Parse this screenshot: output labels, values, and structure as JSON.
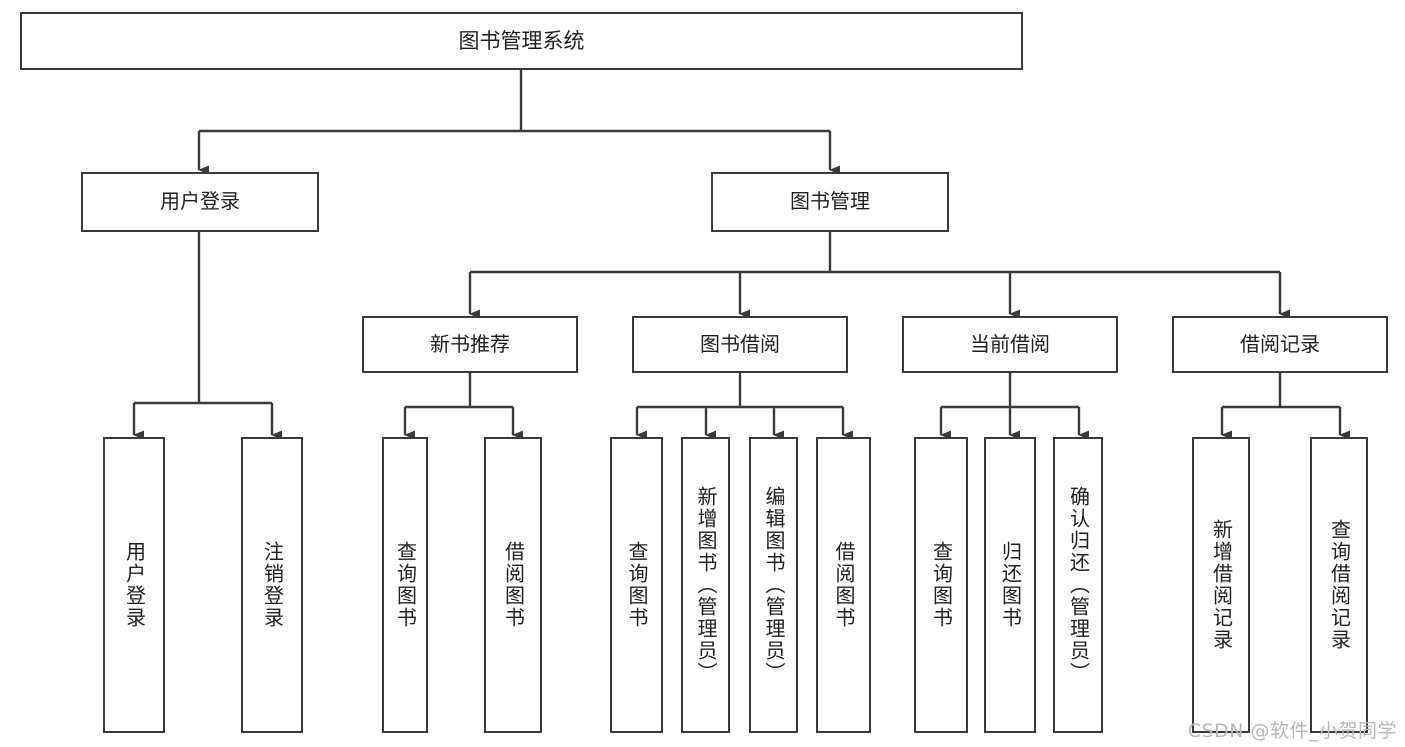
{
  "diagram": {
    "title": "图书管理系统",
    "watermark": "CSDN @软件_小贺同学",
    "line_color": "#3a3a3a",
    "box_border_color": "#3a3a3a",
    "box_fill_color": "#ffffff",
    "text_color": "#1f1f1f",
    "watermark_color": "#b8b8b8"
  },
  "nodes": {
    "root": {
      "label": "图书管理系统"
    },
    "level2": [
      {
        "label": "用户登录"
      },
      {
        "label": "图书管理"
      }
    ],
    "level3": [
      {
        "label": "新书推荐"
      },
      {
        "label": "图书借阅"
      },
      {
        "label": "当前借阅"
      },
      {
        "label": "借阅记录"
      }
    ],
    "leaves": {
      "user_login": [
        {
          "label": "用户登录"
        },
        {
          "label": "注销登录"
        }
      ],
      "new_book_recommend": [
        {
          "label": "查询图书"
        },
        {
          "label": "借阅图书"
        }
      ],
      "book_borrow": [
        {
          "label": "查询图书"
        },
        {
          "label": "新增图书（管理员）"
        },
        {
          "label": "编辑图书（管理员）"
        },
        {
          "label": "借阅图书"
        }
      ],
      "current_borrow": [
        {
          "label": "查询图书"
        },
        {
          "label": "归还图书"
        },
        {
          "label": "确认归还（管理员）"
        }
      ],
      "borrow_record": [
        {
          "label": "新增借阅记录"
        },
        {
          "label": "查询借阅记录"
        }
      ]
    }
  }
}
